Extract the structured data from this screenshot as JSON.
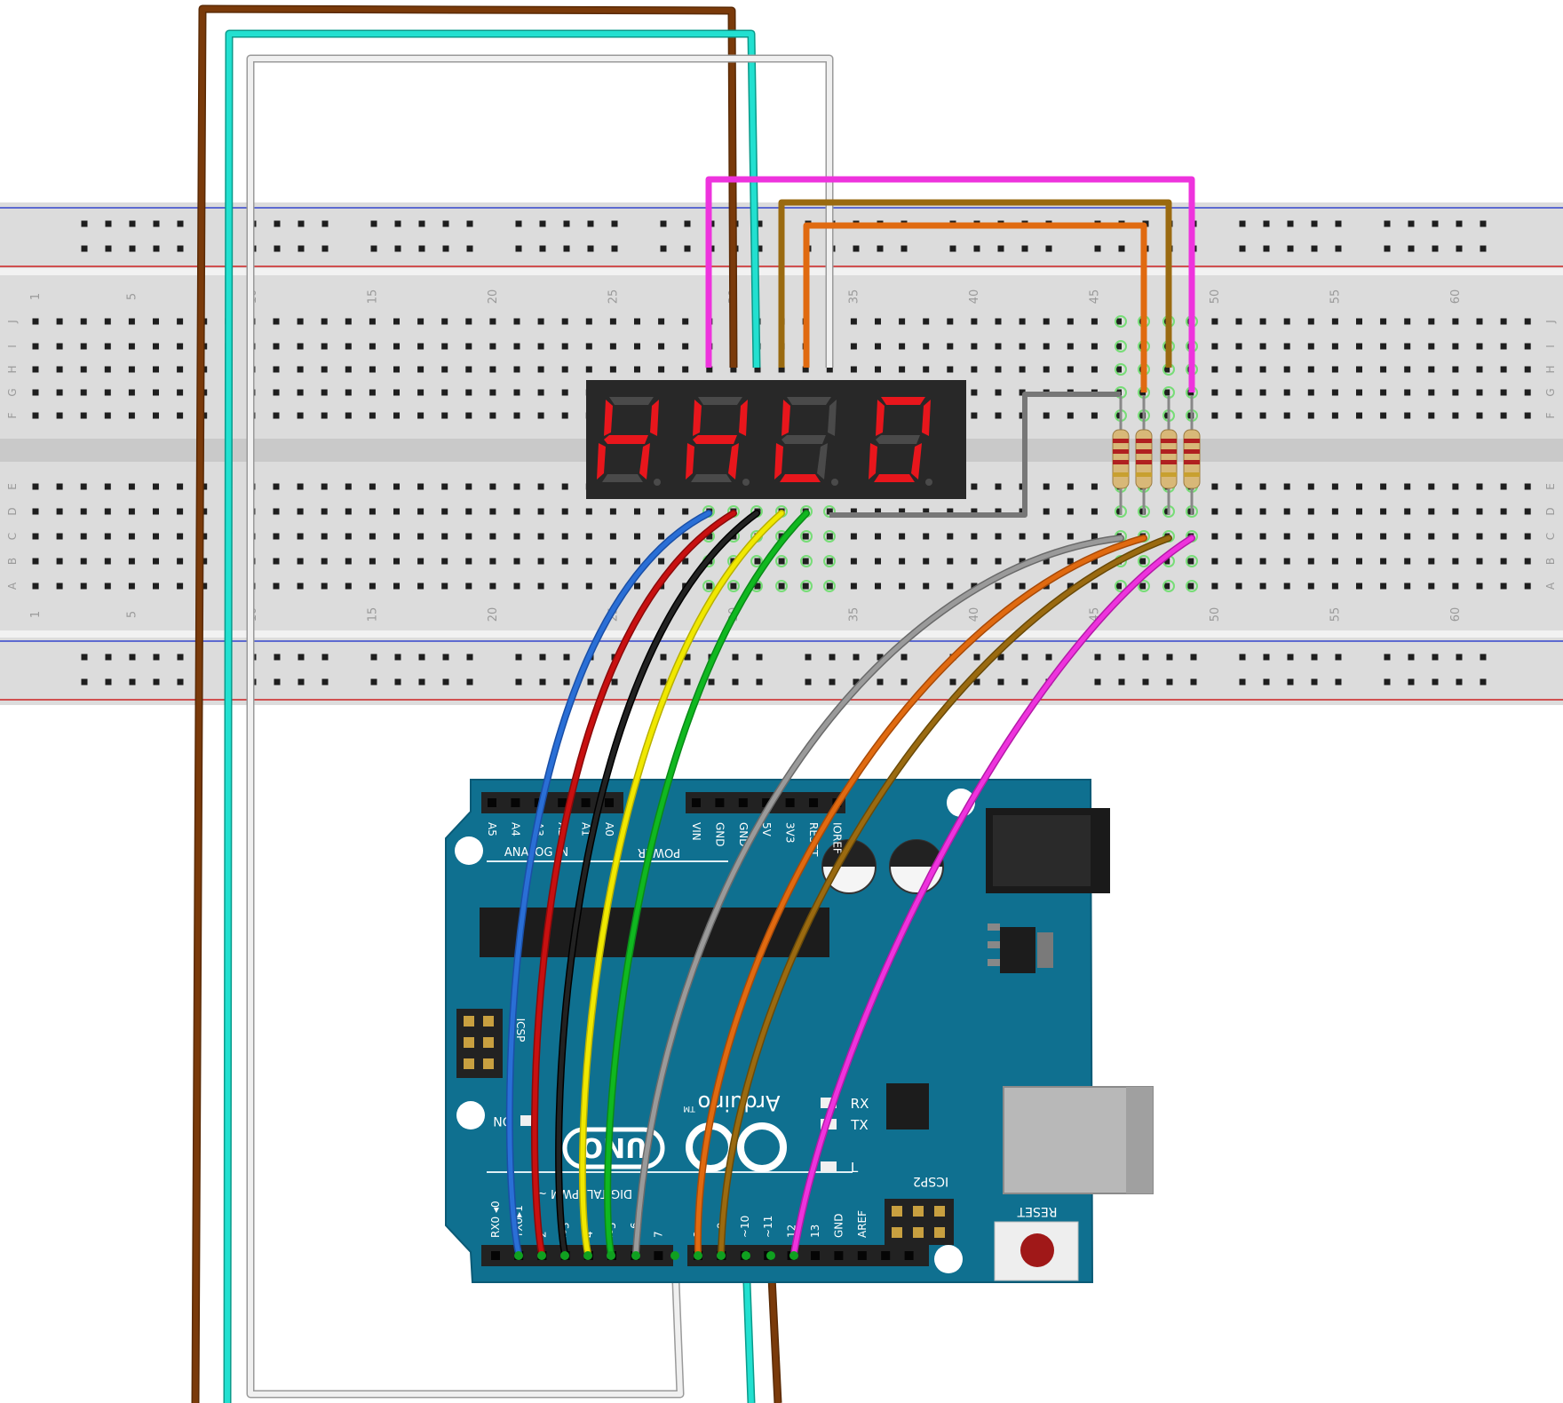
{
  "breadboard": {
    "columns_top": [
      "1",
      "5",
      "10",
      "15",
      "20",
      "25",
      "30",
      "35",
      "40",
      "45",
      "50",
      "55",
      "60"
    ],
    "columns_bottom": [
      "1",
      "5",
      "10",
      "15",
      "20",
      "25",
      "30",
      "35",
      "40",
      "45",
      "50",
      "55",
      "60"
    ],
    "rows_upper": [
      "J",
      "I",
      "H",
      "G",
      "F"
    ],
    "rows_lower": [
      "E",
      "D",
      "C",
      "B",
      "A"
    ]
  },
  "display": {
    "characters": [
      "H",
      "H",
      "L",
      "0"
    ],
    "segment_color": "#e8161c",
    "off_color": "#4a4a4a"
  },
  "arduino": {
    "brand": "Arduino",
    "tm": "TM",
    "model": "UNO",
    "analog_label": "ANALOG IN",
    "power_label": "POWER",
    "digital_label": "DIGITAL (PWM ~)",
    "analog_pins": [
      "A5",
      "A4",
      "A3",
      "A2",
      "A1",
      "A0"
    ],
    "power_pins": [
      "VIN",
      "GND",
      "GND",
      "5V",
      "3V3",
      "RESET",
      "IOREF"
    ],
    "digital_pins_low": [
      "RX0 ◂0",
      "TX0▸1",
      "2",
      "~3",
      "4",
      "~5",
      "~6",
      "7"
    ],
    "digital_pins_high": [
      "8",
      "~9",
      "~10",
      "~11",
      "12",
      "13",
      "GND",
      "AREF"
    ],
    "rx_label": "RX",
    "tx_label": "TX",
    "l_label": "L",
    "on_label": "ON",
    "icsp_label": "ICSP",
    "icsp2_label": "ICSP2",
    "reset_label": "RESET",
    "board_color": "#0f7090"
  },
  "wire_colors": {
    "brown": "#7a3a0a",
    "cyan": "#22e0d0",
    "white": "#e8e8e8",
    "magenta": "#ee33dd",
    "olive": "#9a6a10",
    "orange": "#e06a10",
    "blue": "#2a6fd6",
    "red": "#c81010",
    "black": "#111111",
    "yellow": "#f0e800",
    "green": "#10b820",
    "gray": "#8a8a8a"
  }
}
